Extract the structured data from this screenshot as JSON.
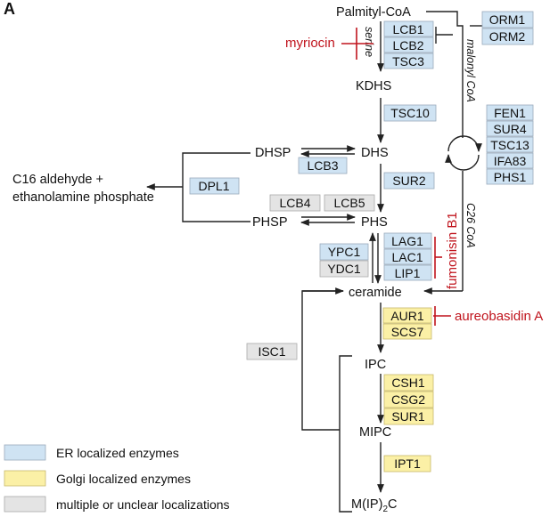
{
  "panel_label": "A",
  "metabolites": {
    "palmityl_coa": "Palmityl-CoA",
    "kdhs": "KDHS",
    "dhsp": "DHSP",
    "dhs": "DHS",
    "phsp": "PHSP",
    "phs": "PHS",
    "ceramide": "ceramide",
    "ipc": "IPC",
    "mipc": "MIPC",
    "mip2c_main": "M(IP)",
    "mip2c_sub": "2",
    "mip2c_end": "C",
    "c16_line1": "C16 aldehyde +",
    "c16_line2": "ethanolamine phosphate"
  },
  "side_labels": {
    "serine": "serine",
    "malonyl_coa": "malonyl CoA",
    "c26_coa": "C26 CoA"
  },
  "inhibitors": {
    "myriocin": "myriocin",
    "fumonisin": "fumonisin B1",
    "aureobasidin": "aureobasidin A"
  },
  "enzymes": {
    "lcb1": "LCB1",
    "lcb2": "LCB2",
    "tsc3": "TSC3",
    "orm1": "ORM1",
    "orm2": "ORM2",
    "tsc10": "TSC10",
    "fen1": "FEN1",
    "sur4": "SUR4",
    "tsc13": "TSC13",
    "ifa83": "IFA83",
    "phs1": "PHS1",
    "lcb3": "LCB3",
    "dpl1": "DPL1",
    "sur2": "SUR2",
    "lcb4": "LCB4",
    "lcb5": "LCB5",
    "ypc1": "YPC1",
    "ydc1": "YDC1",
    "lag1": "LAG1",
    "lac1": "LAC1",
    "lip1": "LIP1",
    "isc1": "ISC1",
    "aur1": "AUR1",
    "scs7": "SCS7",
    "csh1": "CSH1",
    "csg2": "CSG2",
    "sur1": "SUR1",
    "ipt1": "IPT1"
  },
  "legend": [
    {
      "label": "ER localized enzymes",
      "color": "#cfe3f3"
    },
    {
      "label": "Golgi localized enzymes",
      "color": "#fbf0a6"
    },
    {
      "label": "multiple or unclear localizations",
      "color": "#e4e4e4"
    }
  ],
  "colors": {
    "er": "#cfe3f3",
    "golgi": "#fbf0a6",
    "unclear": "#e4e4e4",
    "inhibitor": "#c0141d"
  }
}
